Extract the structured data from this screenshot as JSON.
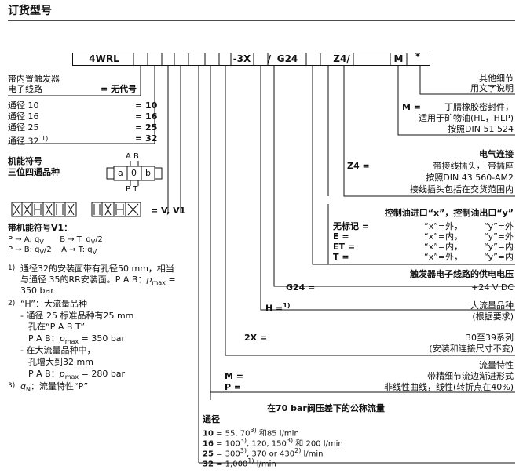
{
  "title": "订货型号",
  "code": {
    "c1": "4WRL",
    "c2": "-3X",
    "c3": "/",
    "c4": "G24",
    "c5": "Z4/",
    "c6": "M",
    "c7": "*"
  },
  "left": {
    "integrated_label_1": "带内置触发器",
    "integrated_label_2": "电子线路",
    "integrated_value": "= 无代号",
    "sizes": [
      {
        "label": "通径 10",
        "value": "= 10"
      },
      {
        "label": "通径 16",
        "value": "= 16"
      },
      {
        "label": "通径 25",
        "value": "= 25"
      },
      {
        "label": "通径 32",
        "sup": "1)",
        "value": "= 32"
      }
    ],
    "symbol_title": "机能符号",
    "symbol_sub": "三位四通品种",
    "symbol_cells": [
      "a",
      "0",
      "b"
    ],
    "symbol_ab": "A B",
    "symbol_pt": "P T",
    "v1_value": "= V, V1",
    "v1_title": "带机能符号V1：",
    "v1_rows": [
      [
        "P → A: q",
        "V",
        "B → T: q",
        "V",
        "/2"
      ],
      [
        "P → B: q",
        "V",
        "/2",
        "A → T: q",
        "V"
      ]
    ]
  },
  "notes": {
    "n1_mark": "1)",
    "n1_a": "通径32的安装面带有孔径50 mm，相当",
    "n1_b": "与通径 35的RR安装面。P A B：",
    "n1_pmax": "p",
    "n1_pmax_sub": "max",
    "n1_eq": " =",
    "n1_c": "350 bar",
    "n2_mark": "2)",
    "n2_a": "“H”：大流量品种",
    "n2_b": "- 通径 25 标准品种有25 mm",
    "n2_c": "孔在“P A B T”",
    "n2_d": "P A B：",
    "n2_d_p": "p",
    "n2_d_sub": "max",
    "n2_d_val": " = 350 bar",
    "n2_e": "- 在大流量品种中，",
    "n2_f": "孔增大到32 mm",
    "n2_g": "P A B：",
    "n2_g_p": "p",
    "n2_g_sub": "max",
    "n2_g_val": " = 280 bar",
    "n3_mark": "3)",
    "n3_q": "q",
    "n3_sub": "N",
    "n3_text": "：流量特性“P”"
  },
  "right": {
    "other_1": "其他细节",
    "other_2": "用文字说明",
    "m_key": "M =",
    "m_1": "丁腈橡胶密封件，",
    "m_2": "适用于矿物油(HL，HLP)",
    "m_3": "按照DIN 51 524",
    "elec_title": "电气连接",
    "z4_key": "Z4 =",
    "z4_1": "带接线插头，   带插座",
    "z4_2": "按照DIN 43 560-AM2",
    "z4_3": "接线插头包括在交货范围内",
    "ctrl_title": "控制油进口“x”，控制油出口“y”",
    "ctrl_rows": [
      {
        "key": "无标记 =",
        "x": "“x”=外，",
        "y": "“y”=外"
      },
      {
        "key": "E =",
        "x": "“x”=内，",
        "y": "“y”=外"
      },
      {
        "key": "ET =",
        "x": "“x”=内，",
        "y": "“y”=内"
      },
      {
        "key": "T =",
        "x": "“x”=外，",
        "y": "“y”=内"
      }
    ],
    "volt_title": "触发器电子线路的供电电压",
    "g24_key": "G24 =",
    "g24_val": "+24 V DC",
    "h_key": "H =",
    "h_sup": "1)",
    "h_1": "大流量品种",
    "h_2": "(根据要求)",
    "x2_key": "2X =",
    "x2_1": "30至39系列",
    "x2_2": "(安装和连接尺寸不变)",
    "flow_title": "流量特性",
    "flow_m_key": "M =",
    "flow_m": "带精细节流边渐进形式",
    "flow_p_key": "P =",
    "flow_p": "非线性曲线，线性(转折点在40%)"
  },
  "flowtable": {
    "title": "在70 bar阀压差下的公称流量",
    "head": "通径",
    "rows": [
      {
        "k": "10",
        "v": "= 55, 70",
        "s1": "3)",
        "v2": " 和85 l/min"
      },
      {
        "k": "16",
        "v": "= 100",
        "s1": "3)",
        "v2": ", 120, 150",
        "s2": "3)",
        "v3": " 和 200 l/min"
      },
      {
        "k": "25",
        "v": "= 300",
        "s1": "3)",
        "v2": ", 370 or 430",
        "s2": "2)",
        "v3": " l/min"
      },
      {
        "k": "32",
        "v": "= 1,000",
        "s1": "1)",
        "v2": " l/min"
      }
    ]
  }
}
